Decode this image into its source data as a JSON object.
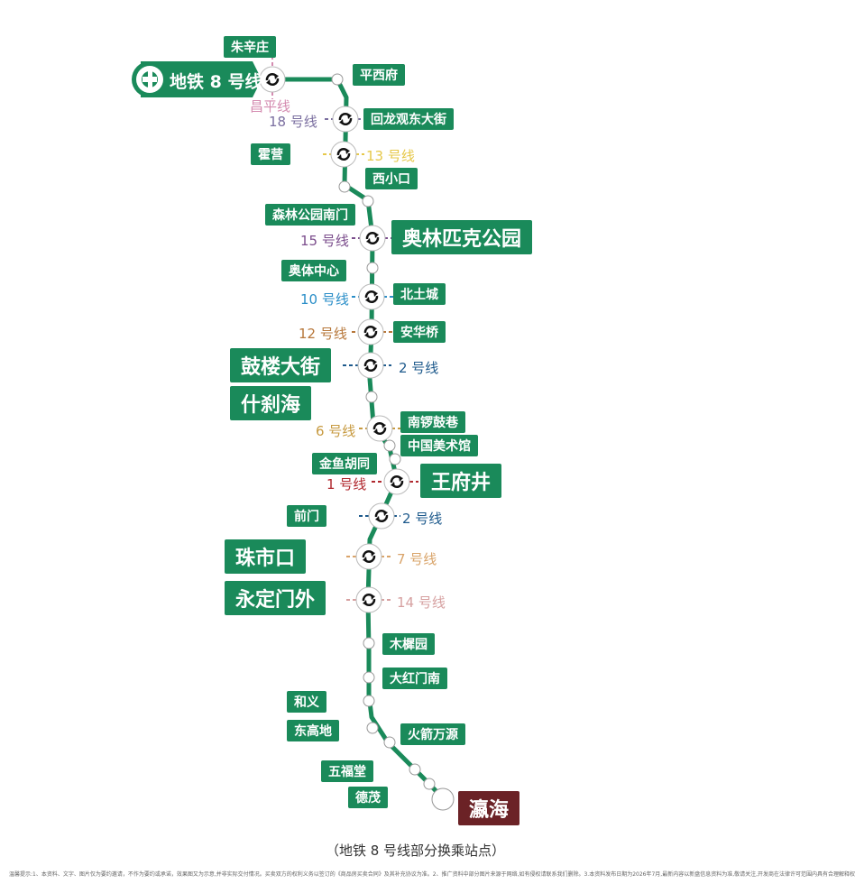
{
  "logo": {
    "text": "地铁 8 号线"
  },
  "stations": {
    "zhuxinzhuang": "朱辛庄",
    "pingxifu": "平西府",
    "huilongguan": "回龙观东大街",
    "huoying": "霍营",
    "xixiaokou": "西小口",
    "senlin": "森林公园南门",
    "aolin": "奥林匹克公园",
    "aoti": "奥体中心",
    "beitucheng": "北土城",
    "anhuaqiao": "安华桥",
    "gulou": "鼓楼大街",
    "shichahai": "什刹海",
    "nanluogu": "南锣鼓巷",
    "meishuguan": "中国美术馆",
    "jinyu": "金鱼胡同",
    "wangfujing": "王府井",
    "qianmen": "前门",
    "zhushikou": "珠市口",
    "yongding": "永定门外",
    "muxiyuan": "木樨园",
    "dahongmen": "大红门南",
    "heyi": "和义",
    "donggaodi": "东高地",
    "huojian": "火箭万源",
    "wufutang": "五福堂",
    "demao": "德茂",
    "yinghai": "瀛海"
  },
  "transfers": {
    "changping": {
      "text": "昌平线",
      "color": "#d48bb0"
    },
    "l18": {
      "text": "18 号线",
      "color": "#7b6fa0"
    },
    "l13": {
      "text": "13 号线",
      "color": "#e6c84a"
    },
    "l15": {
      "text": "15 号线",
      "color": "#7b4d8c"
    },
    "l10": {
      "text": "10 号线",
      "color": "#2a8ec8"
    },
    "l12": {
      "text": "12 号线",
      "color": "#b7773a"
    },
    "l2a": {
      "text": "2 号线",
      "color": "#1e5a8c"
    },
    "l6": {
      "text": "6 号线",
      "color": "#c79a40"
    },
    "l1": {
      "text": "1 号线",
      "color": "#b0282e"
    },
    "l2b": {
      "text": "2 号线",
      "color": "#1e5a8c"
    },
    "l7": {
      "text": "7 号线",
      "color": "#d9a46a"
    },
    "l14": {
      "text": "14 号线",
      "color": "#d6a0a0"
    }
  },
  "colors": {
    "line": "#1a8a5a",
    "label_bg": "#1a8a5a",
    "terminal_bg": "#6b2226"
  },
  "caption": "（地铁 8 号线部分换乘站点）",
  "note": "温馨提示:1、本资料、文字、图片仅为要约邀请，不作为要约或承诺，效果图又为示意,并非实际交付情况。买卖双方的权利义务以签订的《商品房买卖合同》及其补充协议为准。2、推广资料中部分图片来源于网络,如有侵权请联系我们删除。3.本资料发布日期为2026年7月,最新内容以新盘信息资料为准,敬请关注,开发商在法律许可范围内具有合理解释权"
}
